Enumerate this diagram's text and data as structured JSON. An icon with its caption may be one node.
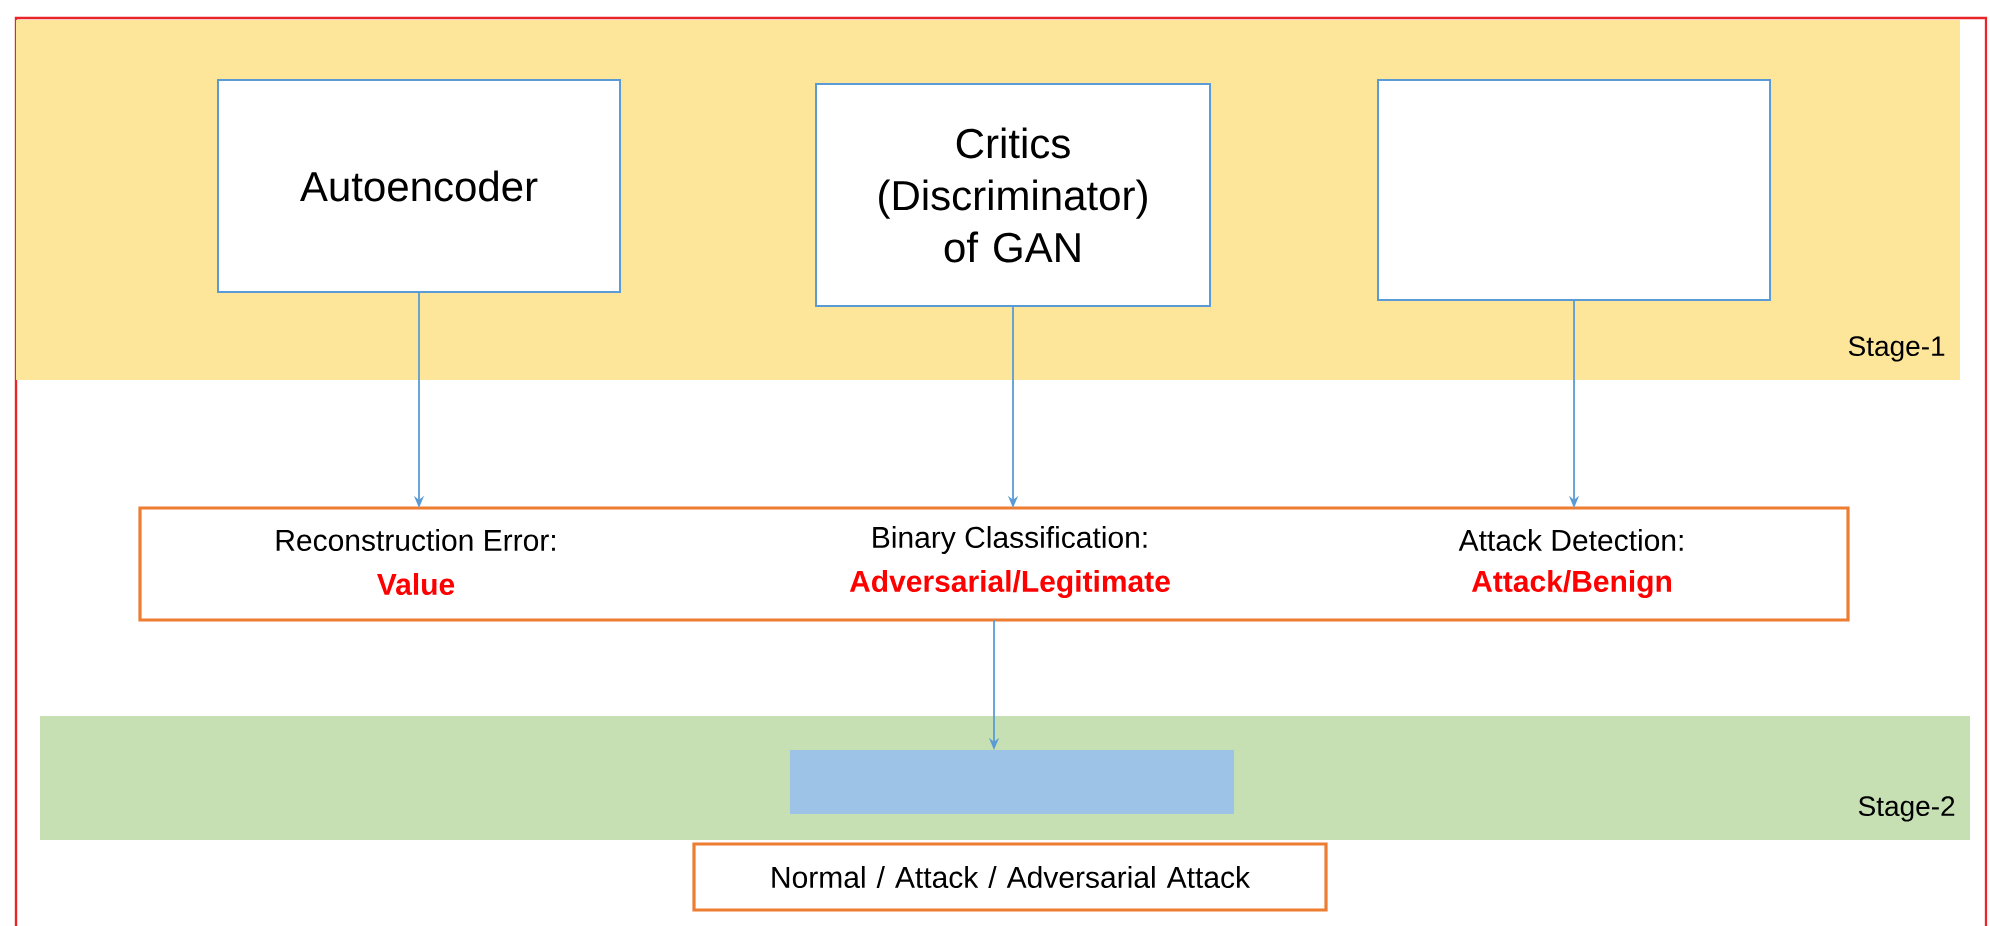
{
  "diagram": {
    "nodes": [
      {
        "text": [
          "Stage-1"
        ]
      },
      {
        "text": [
          "Autoencoder"
        ],
        "in": 0
      },
      {
        "text": [
          "Critics (Discriminator) of GAN"
        ],
        "in": 0
      },
      {
        "text": [],
        "shape": "box",
        "in": 0
      },
      {
        "text": [
          "Reconstruction Error:",
          "Value",
          "Binary Classification:",
          "Adversarial/Legitimate",
          "Attack Detection:",
          "Attack/Benign"
        ]
      },
      {
        "text": [
          "Stage-2"
        ]
      },
      {
        "text": [],
        "shape": "bar",
        "in": 5
      },
      {
        "text": [
          "Normal / Attack / Adversarial Attack"
        ]
      }
    ],
    "edges": [
      {
        "from": 1,
        "to": 4,
        "arrow": "to"
      },
      {
        "from": 2,
        "to": 4,
        "arrow": "to"
      },
      {
        "from": 3,
        "to": 4,
        "arrow": "to"
      },
      {
        "from": 4,
        "to": 6,
        "arrow": "to"
      }
    ]
  }
}
